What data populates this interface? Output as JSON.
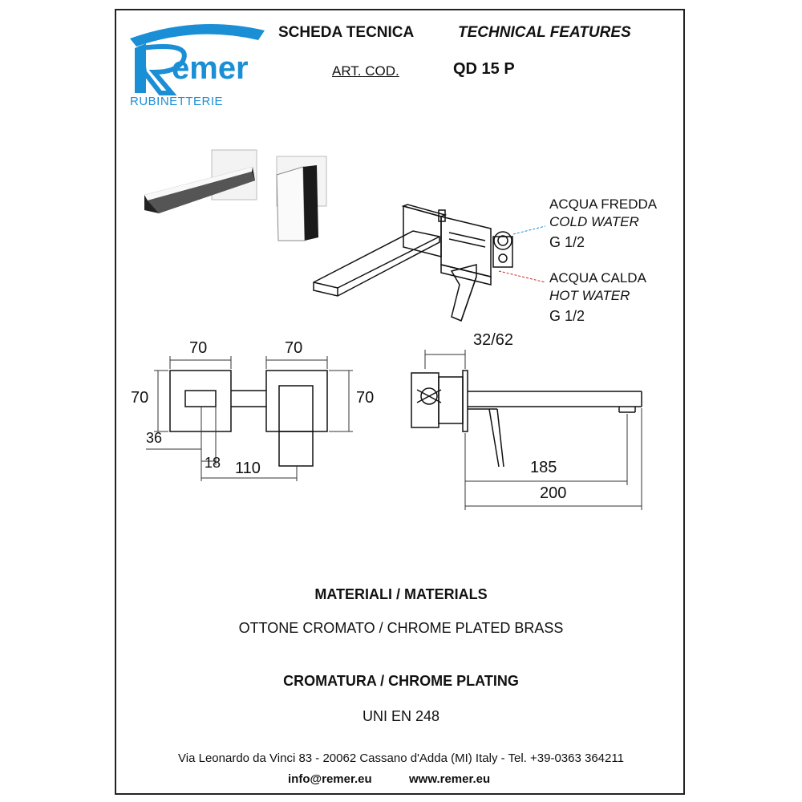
{
  "brand": {
    "name": "Remer",
    "subtitle": "RUBINETTERIE",
    "color": "#1a8fd6"
  },
  "header": {
    "title_it": "SCHEDA TECNICA",
    "title_en": "TECHNICAL FEATURES",
    "art_label": "ART. COD.",
    "art_code": "QD 15 P"
  },
  "connections": {
    "cold_it": "ACQUA FREDDA",
    "cold_en": "COLD WATER",
    "cold_size": "G 1/2",
    "hot_it": "ACQUA CALDA",
    "hot_en": "HOT WATER",
    "hot_size": "G 1/2"
  },
  "dimensions": {
    "top_left_width": "70",
    "top_right_width": "70",
    "left_height": "70",
    "right_height": "70",
    "spout_offset": "36",
    "spout_height": "18",
    "center_distance": "110",
    "wall_depth": "32/62",
    "spout_reach": "185",
    "total_length": "200"
  },
  "materials": {
    "heading": "MATERIALI / MATERIALS",
    "value": "OTTONE CROMATO / CHROME PLATED BRASS"
  },
  "plating": {
    "heading": "CROMATURA / CHROME PLATING",
    "value": "UNI EN 248"
  },
  "footer": {
    "address": "Via Leonardo da Vinci 83 - 20062 Cassano d'Adda (MI) Italy - Tel. +39-0363 364211",
    "email": "info@remer.eu",
    "website": "www.remer.eu"
  }
}
